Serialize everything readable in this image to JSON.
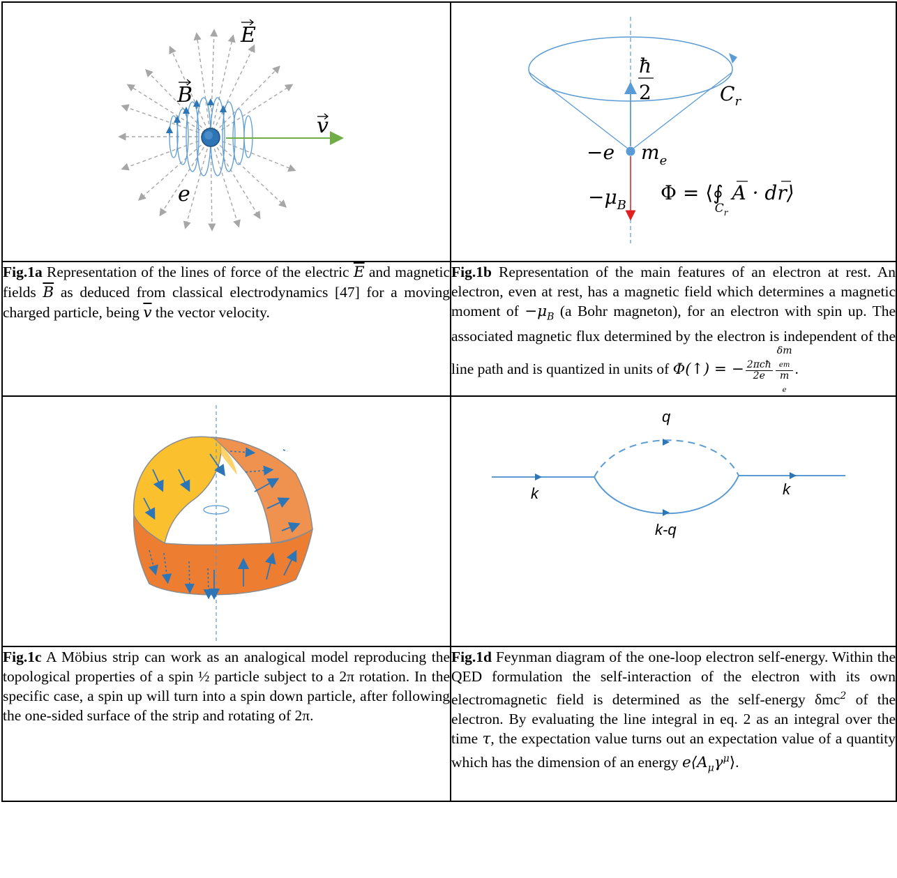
{
  "fig1a": {
    "labels": {
      "E": "E",
      "B": "B",
      "v": "v",
      "e": "e"
    },
    "caption": {
      "tag": "Fig.1a",
      "t1": " Representation of the lines of force of the electric ",
      "E": "E",
      "t2": " and magnetic fields ",
      "B": "B",
      "t3": " as deduced from classical electrodynamics [47] for a moving charged particle, being ",
      "v": "v",
      "t4": " the vector velocity."
    }
  },
  "fig1b": {
    "labels": {
      "hbar": "ħ",
      "two": "2",
      "Cr": "C",
      "Cr_sub": "r",
      "minus_e": "−e",
      "me": "m",
      "me_sub": "e",
      "mu": "−μ",
      "mu_sub": "B",
      "flux": "Φ = ⟨∮",
      "flux_sub": "C",
      "flux_sub2": "r",
      "flux_rest": "A · dr⟩"
    },
    "caption": {
      "tag": "Fig.1b",
      "t1": " Representation of the main features of an electron at rest. An electron, even at rest, has a magnetic field which determines a magnetic moment of ",
      "mu": "−μ",
      "mu_sub": "B",
      "t2": " (a Bohr magneton), for an electron with spin up. The associated magnetic flux determined by the electron is independent of the line path and is quantized in units of ",
      "phi": "Φ(↑) = −",
      "f1_num": "2πcħ",
      "f1_den": "2e",
      "f2_num": "δm",
      "f2_num_sub": "em",
      "f2_den": "m",
      "f2_den_sub": "e",
      "end": "."
    }
  },
  "fig1c": {
    "caption": {
      "tag": "Fig.1c",
      "text": " A Möbius strip can work as an analogical model reproducing the topological properties of a spin ½ particle subject to a 2π rotation.  In the specific case, a spin up will turn into a spin down particle, after following the one-sided surface of the strip and rotating of 2π."
    }
  },
  "fig1d": {
    "labels": {
      "q": "q",
      "k_left": "k",
      "k_right": "k",
      "kq": "k-q"
    },
    "caption": {
      "tag": "Fig.1d",
      "t1": " Feynman diagram of the one-loop electron self-energy. Within the QED formulation the self-interaction of the electron with its own electromagnetic field is determined as the self-energy ",
      "dm": "δmc",
      "dm_sup": "2",
      "t2": " of the electron. By evaluating the line integral in eq. 2 as an integral over the time ",
      "tau": "τ",
      "t3": ", the expectation value turns out an expectation value of a quantity which has the dimension of an energy ",
      "energy": "e⟨A",
      "energy_sub": "μ",
      "energy_g": "γ",
      "energy_sup": "μ",
      "energy_end": "⟩."
    }
  },
  "colors": {
    "blue": "#5b9bd5",
    "dark_blue": "#2e75b6",
    "green": "#70ad47",
    "gray": "#a6a6a6",
    "red": "#e02020",
    "yellow": "#fbc02d",
    "orange": "#ed7d31",
    "orange_light": "#f0924f"
  }
}
